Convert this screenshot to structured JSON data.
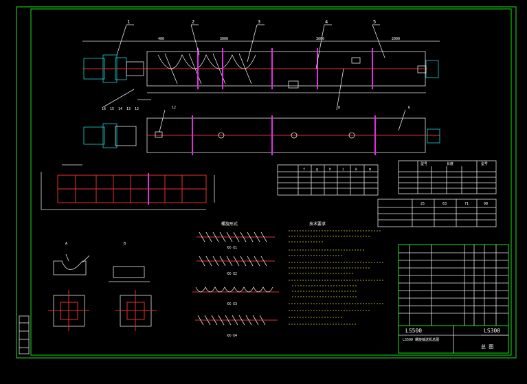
{
  "drawing": {
    "title_block": {
      "model_left": "LS500",
      "model_right": "LS300",
      "subtitle": "LS500 螺旋输送机总图",
      "footer": "总 图"
    },
    "callouts_top": [
      "1",
      "2",
      "3",
      "4",
      "5"
    ],
    "callouts_bottom_left": [
      "16",
      "15",
      "14",
      "13",
      "12"
    ],
    "callouts_mid": [
      "12",
      "8",
      "6"
    ],
    "dims_top": [
      "400",
      "3000",
      "3000",
      "2000"
    ],
    "section_labels": [
      "A",
      "B"
    ],
    "screw_types": [
      "XX-X1",
      "XX-X2",
      "XX-X3",
      "XX-X4"
    ],
    "tech_title": "技术要求",
    "screw_title": "螺旋形式",
    "table_header_cols": [
      "f",
      "g",
      "h",
      "i",
      "k",
      "m"
    ],
    "table2_header": [
      "25",
      "63",
      "71",
      "90"
    ],
    "table3_header": [
      "型号",
      "长度",
      "型号"
    ]
  }
}
